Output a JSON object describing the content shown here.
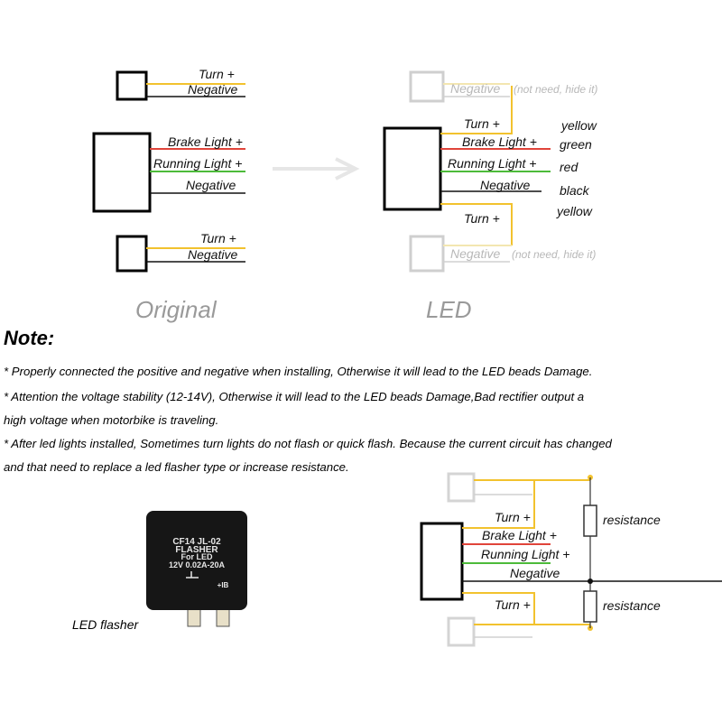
{
  "original": {
    "top_connector": {
      "turn": "Turn +",
      "negative": "Negative"
    },
    "main_connector": {
      "brake": "Brake Light +",
      "running": "Running Light +",
      "negative": "Negative"
    },
    "bottom_connector": {
      "turn": "Turn +",
      "negative": "Negative"
    },
    "caption": "Original"
  },
  "led": {
    "top_faded": {
      "negative": "Negative",
      "note": "(not need, hide it)"
    },
    "turn_top": "Turn +",
    "brake": "Brake Light +",
    "running": "Running Light +",
    "negative": "Negative",
    "turn_bottom": "Turn +",
    "bottom_faded": {
      "negative": "Negative",
      "note": "(not need, hide it)"
    },
    "colors": [
      "yellow",
      "green",
      "red",
      "black",
      "yellow"
    ],
    "caption": "LED"
  },
  "note": {
    "title": "Note:",
    "lines": [
      "* Properly connected the positive and negative when installing, Otherwise it will lead to the LED beads Damage.",
      "* Attention the voltage stability (12-14V), Otherwise it will lead to the LED beads Damage,Bad rectifier output a",
      "high voltage when motorbike is traveling.",
      "* After led lights installed, Sometimes turn lights do not flash or quick flash. Because the current circuit has changed",
      "and that need to replace a led flasher type or increase resistance."
    ]
  },
  "flasher": {
    "line1": "CF14 JL-02",
    "line2": "FLASHER",
    "line3": "For LED",
    "line4": "12V 0.02A-20A",
    "terminal": "+IB",
    "label": "LED flasher"
  },
  "resistance_diagram": {
    "turn_top": "Turn +",
    "brake": "Brake Light +",
    "running": "Running Light +",
    "negative": "Negative",
    "turn_bottom": "Turn +",
    "resistor_top": "resistance",
    "resistor_bottom": "resistance"
  },
  "wire_colors": {
    "yellow": "#f2c22e",
    "red": "#e0443a",
    "green": "#4dbb3a",
    "black": "#111111",
    "faded": "#c8c8c8"
  }
}
